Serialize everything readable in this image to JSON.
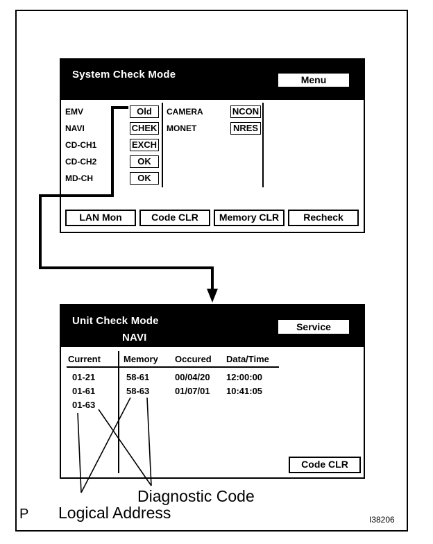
{
  "system_screen": {
    "title": "System Check Mode",
    "menu_button": "Menu",
    "left_items": [
      {
        "label": "EMV",
        "status": "Old"
      },
      {
        "label": "NAVI",
        "status": "CHEK"
      },
      {
        "label": "CD-CH1",
        "status": "EXCH"
      },
      {
        "label": "CD-CH2",
        "status": "OK"
      },
      {
        "label": "MD-CH",
        "status": "OK"
      }
    ],
    "right_items": [
      {
        "label": "CAMERA",
        "status": "NCON"
      },
      {
        "label": "MONET",
        "status": "NRES"
      }
    ],
    "buttons": [
      "LAN Mon",
      "Code CLR",
      "Memory CLR",
      "Recheck"
    ]
  },
  "unit_screen": {
    "title": "Unit Check Mode",
    "subtitle": "NAVI",
    "service_button": "Service",
    "columns": [
      "Current",
      "Memory",
      "Occured",
      "Data/Time"
    ],
    "current": [
      "01-21",
      "01-61",
      "01-63"
    ],
    "memory_rows": [
      {
        "memory": "58-61",
        "occured": "00/04/20",
        "time": "12:00:00"
      },
      {
        "memory": "58-63",
        "occured": "01/07/01",
        "time": "10:41:05"
      }
    ],
    "code_clr_button": "Code CLR"
  },
  "annotations": {
    "diagnostic_code": "Diagnostic Code",
    "logical_address": "Logical Address",
    "corner_letter": "P",
    "figure_id": "I38206"
  }
}
